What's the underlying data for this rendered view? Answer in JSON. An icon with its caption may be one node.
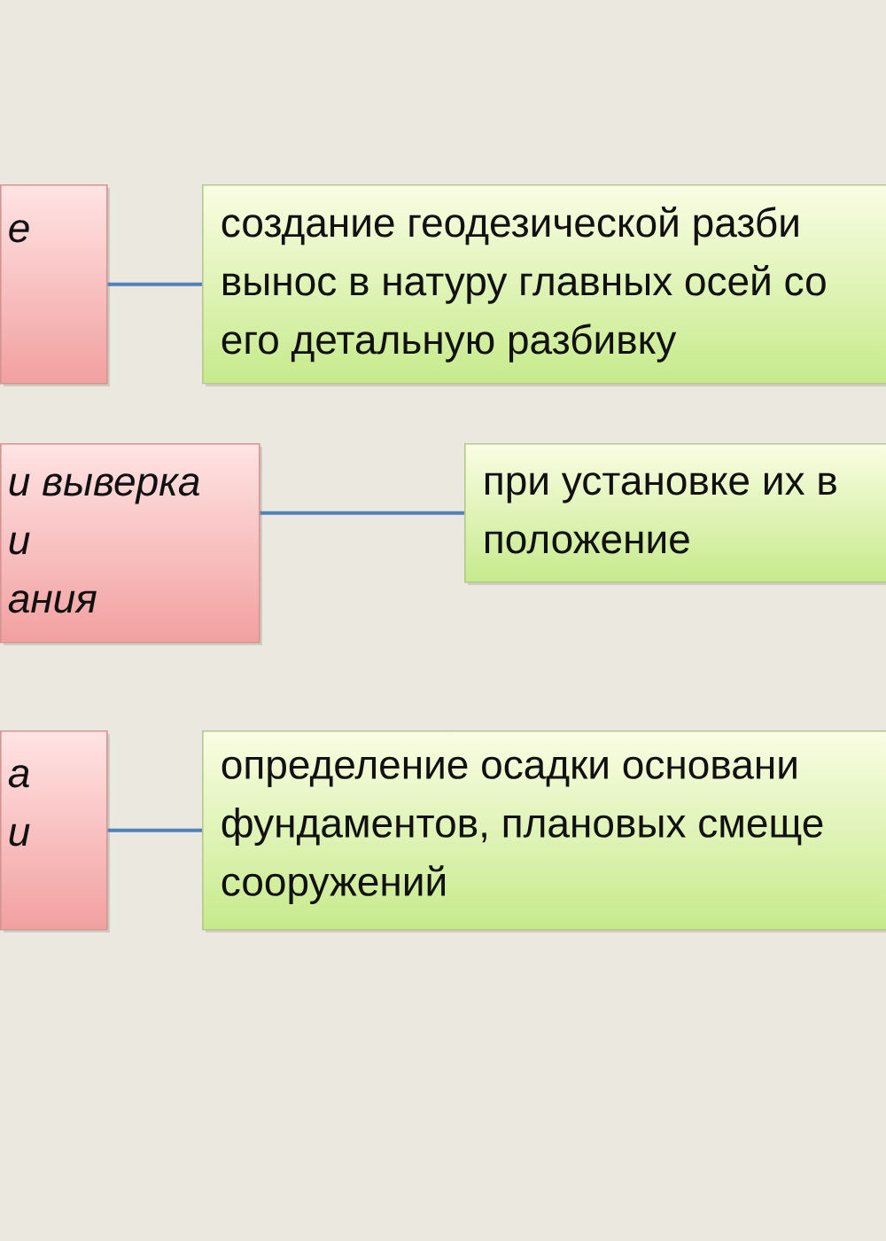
{
  "diagram": {
    "nodes": [
      {
        "text": [
          "е"
        ]
      },
      {
        "text": [
          "создание геодезической разби вынос в натуру главных осей со его детальную разбивку"
        ]
      },
      {
        "text": [
          "и выверка и ания"
        ]
      },
      {
        "text": [
          "при установке их в положение"
        ]
      },
      {
        "text": [
          "а и"
        ]
      },
      {
        "text": [
          "определение осадки основани фундаментов, плановых смеще сооружений"
        ]
      }
    ],
    "edges": [
      {
        "from": 0,
        "to": 1,
        "arrow": "none"
      },
      {
        "from": 2,
        "to": 3,
        "arrow": "none"
      },
      {
        "from": 4,
        "to": 5,
        "arrow": "none"
      }
    ]
  }
}
